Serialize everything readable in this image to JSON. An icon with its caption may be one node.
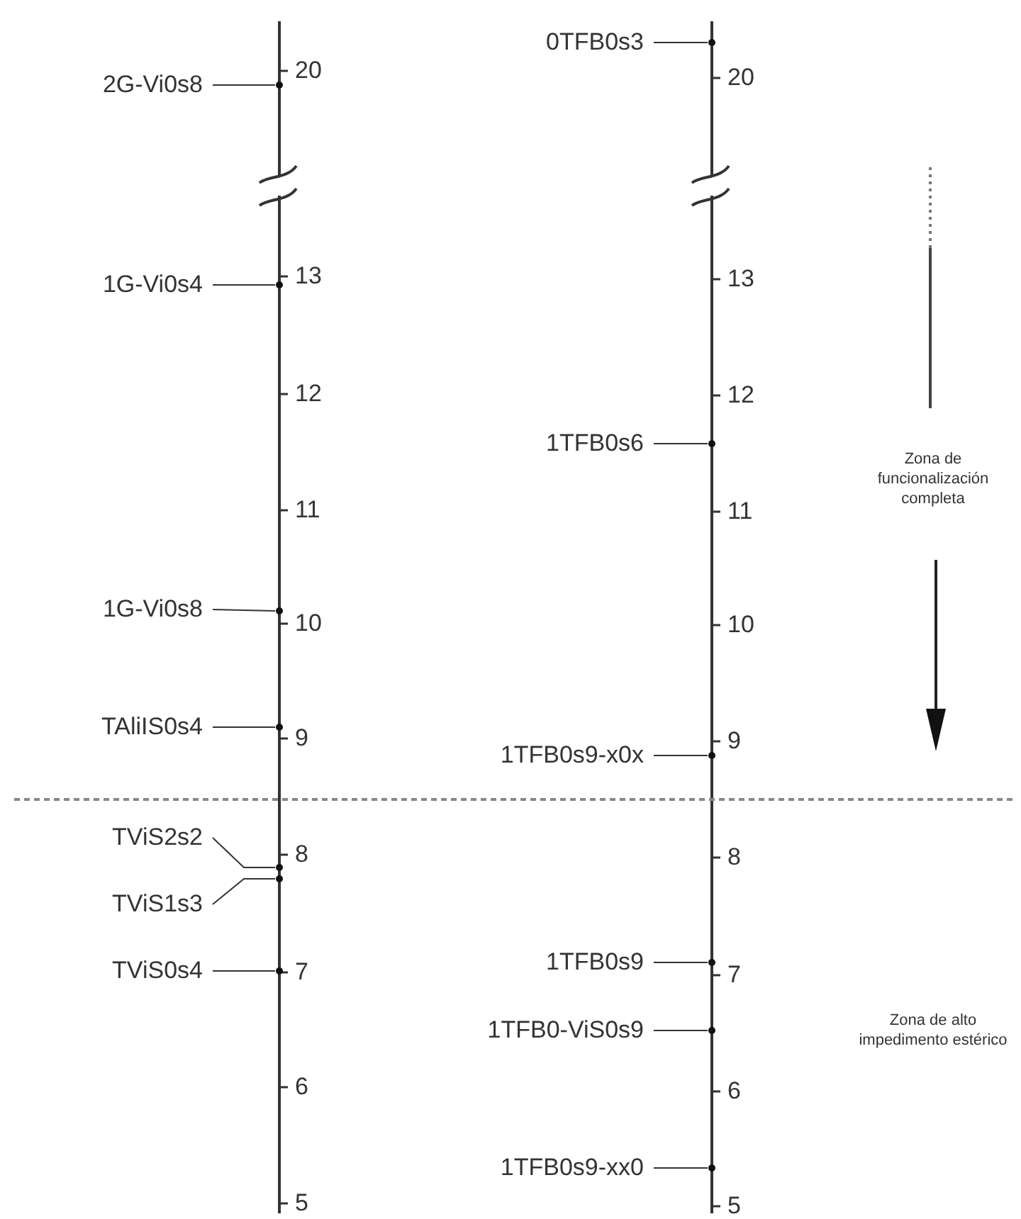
{
  "diagram": {
    "nodes": [
      {
        "text": [
          "2G-Vi0s8"
        ]
      },
      {
        "text": [],
        "shape": "circle"
      },
      {
        "text": [
          "0TFB0s3"
        ]
      },
      {
        "text": [],
        "shape": "circle"
      },
      {
        "text": [
          "1G-Vi0s4"
        ]
      },
      {
        "text": [],
        "shape": "circle"
      },
      {
        "text": [
          "1TFB0s6"
        ]
      },
      {
        "text": [],
        "shape": "circle"
      },
      {
        "text": [
          "1G-Vi0s8"
        ]
      },
      {
        "text": [],
        "shape": "circle"
      },
      {
        "text": [
          "TAliIS0s4"
        ]
      },
      {
        "text": [],
        "shape": "circle"
      },
      {
        "text": [
          "1TFB0s9-x0x"
        ]
      },
      {
        "text": [],
        "shape": "circle"
      },
      {
        "text": [
          "TViS2s2"
        ]
      },
      {
        "text": [],
        "shape": "circle"
      },
      {
        "text": [
          "TViS1s3"
        ]
      },
      {
        "text": [],
        "shape": "circle"
      },
      {
        "text": [
          "TViS0s4"
        ]
      },
      {
        "text": [],
        "shape": "circle"
      },
      {
        "text": [
          "1TFB0s9"
        ]
      },
      {
        "text": [],
        "shape": "circle"
      },
      {
        "text": [
          "1TFB0-ViS0s9"
        ]
      },
      {
        "text": [],
        "shape": "circle"
      },
      {
        "text": [
          "1TFB0s9-xx0"
        ]
      },
      {
        "text": [],
        "shape": "circle"
      }
    ],
    "edges": [
      {
        "from": 0,
        "to": 1,
        "arrow": "none"
      },
      {
        "from": 2,
        "to": 3,
        "arrow": "none"
      },
      {
        "from": 4,
        "to": 5,
        "arrow": "none"
      },
      {
        "from": 6,
        "to": 7,
        "arrow": "none"
      },
      {
        "from": 8,
        "to": 9,
        "arrow": "none"
      },
      {
        "from": 10,
        "to": 11,
        "arrow": "none"
      },
      {
        "from": 12,
        "to": 13,
        "arrow": "none"
      },
      {
        "from": 14,
        "to": 15,
        "arrow": "none"
      },
      {
        "from": 16,
        "to": 17,
        "arrow": "none"
      },
      {
        "from": 18,
        "to": 19,
        "arrow": "none"
      },
      {
        "from": 20,
        "to": 21,
        "arrow": "none"
      },
      {
        "from": 22,
        "to": 23,
        "arrow": "none"
      },
      {
        "from": 24,
        "to": 25,
        "arrow": "none"
      }
    ],
    "labels": [
      "20",
      "20",
      "13",
      "13",
      "12",
      "12",
      "Zona de funcionalización completa",
      "11",
      "11",
      "10",
      "10",
      "9",
      "9",
      "8",
      "8",
      "7",
      "7",
      "Zona de alto impedimento estérico",
      "6",
      "6",
      "5",
      "5"
    ]
  }
}
